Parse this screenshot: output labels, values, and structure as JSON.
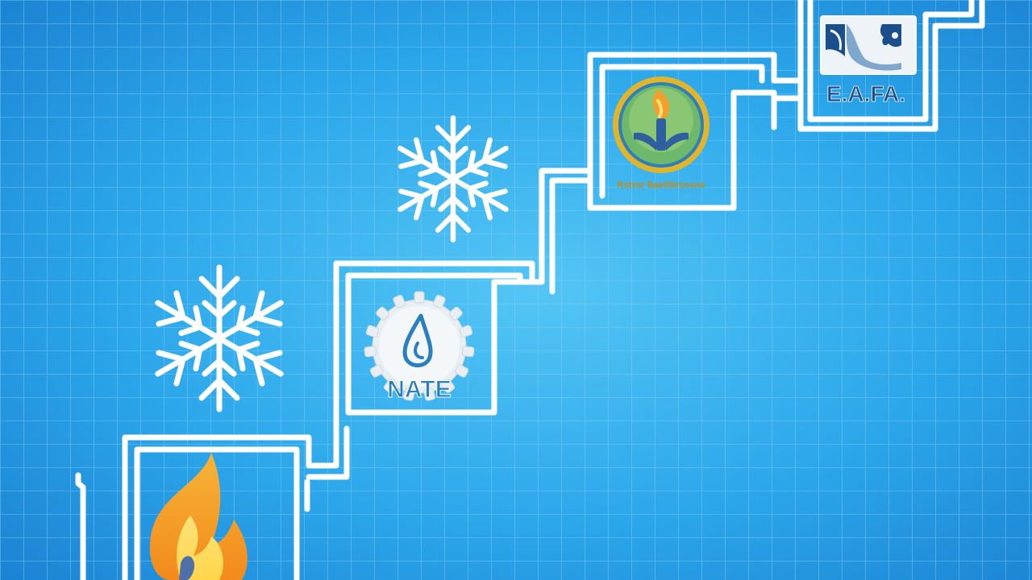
{
  "scene": {
    "background_colors": {
      "center": "#54c6f5",
      "mid": "#2ba6ea",
      "edge": "#1a7fd1",
      "grid_line": "#7fcff7",
      "frame": "#ffffff"
    }
  },
  "badges": {
    "fire": {
      "icon": "flame-icon",
      "colors": {
        "outer": "#f28a1c",
        "inner": "#ffd54a",
        "tip": "#f6b437",
        "base": "#4f6fa8"
      }
    },
    "nate": {
      "icon": "droplet-gear-icon",
      "label": "NATE",
      "colors": {
        "seal": "#e8eef2",
        "label": "#2a7fc0"
      }
    },
    "emblem": {
      "icon": "torch-emblem-icon",
      "label": "Rstvar  Baelitkrsosne",
      "colors": {
        "ring": "#e0b52b",
        "disc": "#6db86b",
        "caption": "#c88a12"
      }
    },
    "epa": {
      "icon": "sail-logo-icon",
      "label": "E.A.FA.",
      "colors": {
        "panel": "#eef3f8",
        "label": "#1d4e8c"
      }
    }
  },
  "decor": {
    "snowflakes": [
      "snowflake-icon",
      "snowflake-icon"
    ]
  }
}
